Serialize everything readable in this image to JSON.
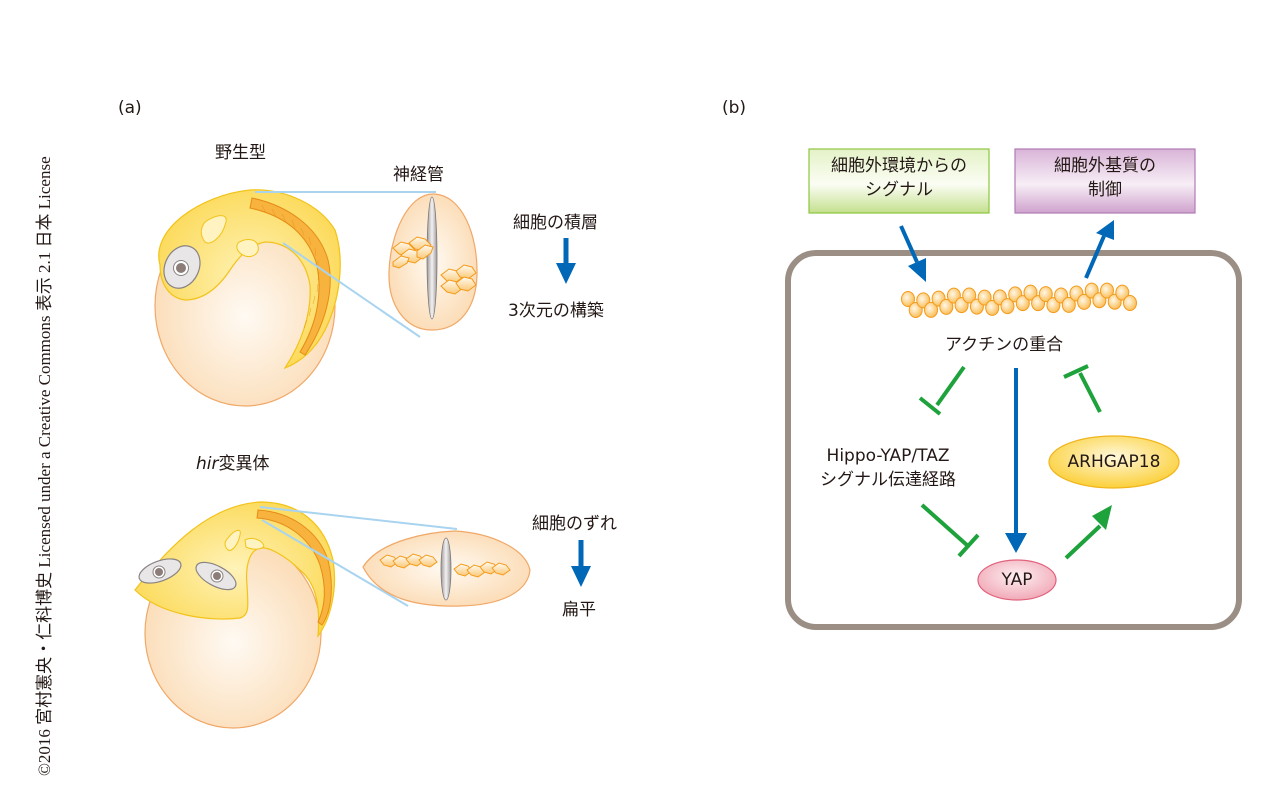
{
  "credit": "©2016 宮村憲央・仁科博史 Licensed under a Creative Commons 表示 2.1 日本 License",
  "panel_a": {
    "label": "(a)",
    "wild_type": {
      "title": "野生型",
      "section_label": "神経管",
      "process_top": "細胞の積層",
      "process_bottom": "3次元の構築"
    },
    "mutant": {
      "title_italic": "hir",
      "title_rest": "変異体",
      "process_top": "細胞のずれ",
      "process_bottom": "扁平"
    }
  },
  "panel_b": {
    "label": "(b)",
    "input_box": {
      "line1": "細胞外環境からの",
      "line2": "シグナル"
    },
    "output_box": {
      "line1": "細胞外基質の",
      "line2": "制御"
    },
    "actin_label": "アクチンの重合",
    "hippo_line1": "Hippo-YAP/TAZ",
    "hippo_line2": "シグナル伝達経路",
    "arhgap_label": "ARHGAP18",
    "yap_label": "YAP",
    "colors": {
      "activation_arrow": "#0068b7",
      "regulation_green": "#1ea23c",
      "cell_border": "#9b8e85",
      "input_box_border": "#8dc63f",
      "output_box_border": "#b07cb4",
      "yap_fill": "#f3b8c3",
      "arhgap_fill": "#fbd74a"
    }
  }
}
